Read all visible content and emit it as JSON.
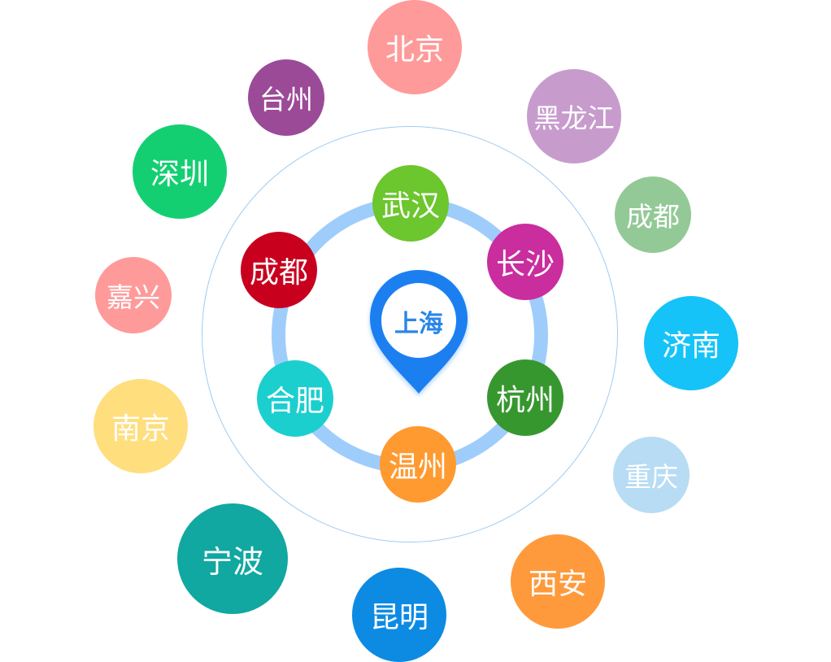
{
  "center": {
    "label": "上海",
    "pin_color": "#1a7ff0"
  },
  "rings": {
    "outer_color": "#9fcbf2",
    "inner_color": "#9fcdfb"
  },
  "outer_cities": [
    {
      "label": "北京",
      "color": "#ff9a9a"
    },
    {
      "label": "黑龙江",
      "color": "#c79ccd"
    },
    {
      "label": "成都",
      "color": "#93c996"
    },
    {
      "label": "济南",
      "color": "#16c3f8"
    },
    {
      "label": "重庆",
      "color": "#b7dcf4"
    },
    {
      "label": "西安",
      "color": "#ff9a3c"
    },
    {
      "label": "昆明",
      "color": "#0d8be3"
    },
    {
      "label": "宁波",
      "color": "#10a8a0"
    },
    {
      "label": "南京",
      "color": "#ffde7e"
    },
    {
      "label": "嘉兴",
      "color": "#ff9a9a"
    },
    {
      "label": "深圳",
      "color": "#14cf72"
    },
    {
      "label": "台州",
      "color": "#9b4a98"
    }
  ],
  "inner_cities": [
    {
      "label": "武汉",
      "color": "#6cc62e"
    },
    {
      "label": "长沙",
      "color": "#c92d9e"
    },
    {
      "label": "杭州",
      "color": "#37972f"
    },
    {
      "label": "温州",
      "color": "#ff9a30"
    },
    {
      "label": "合肥",
      "color": "#1ccfcf"
    },
    {
      "label": "成都",
      "color": "#c8001e"
    }
  ]
}
